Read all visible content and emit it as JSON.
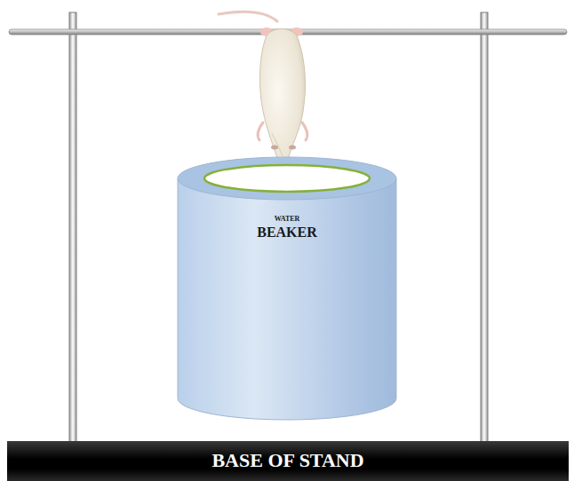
{
  "diagram": {
    "nodes": [
      {
        "text": [
          "WATER",
          "BEAKER"
        ]
      },
      {
        "text": [
          "BASE OF STAND"
        ]
      }
    ]
  }
}
